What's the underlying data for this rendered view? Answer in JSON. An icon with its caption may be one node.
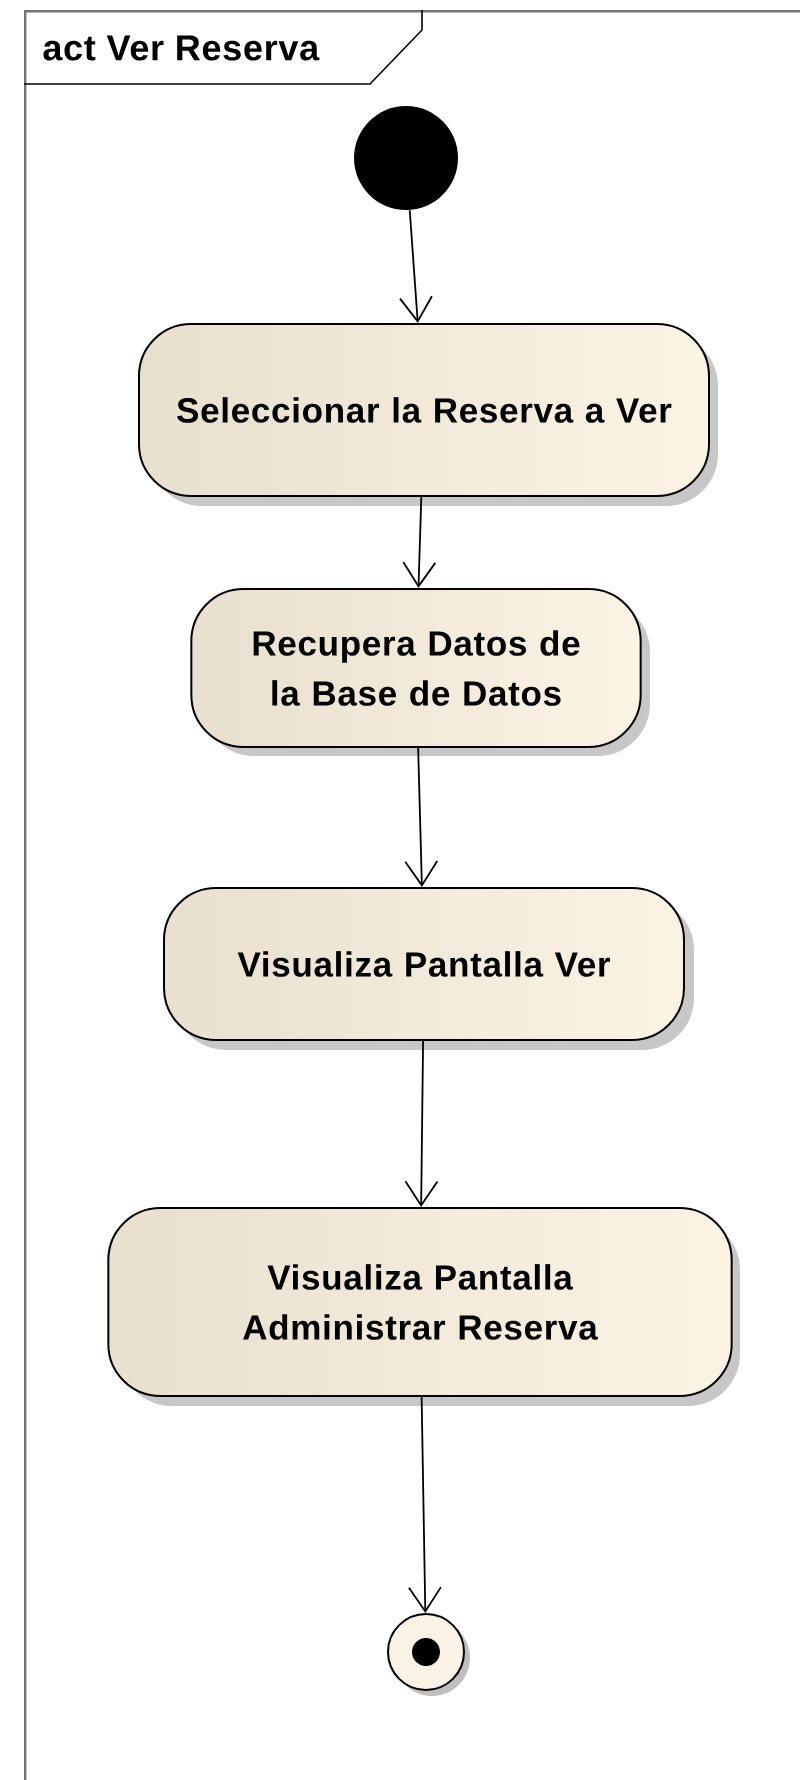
{
  "diagram": {
    "nodes": [
      {
        "text": [
          "act Ver Reserva"
        ]
      },
      {
        "text": [],
        "shape": "circle",
        "in": 0
      },
      {
        "text": [
          "Seleccionar la Reserva a Ver"
        ],
        "in": 0
      },
      {
        "text": [
          "Recupera Datos de la Base de Datos"
        ],
        "in": 0
      },
      {
        "text": [
          "Visualiza Pantalla Ver"
        ],
        "in": 0
      },
      {
        "text": [
          "Visualiza Pantalla Administrar Reserva"
        ],
        "in": 0
      },
      {
        "text": [],
        "shape": "circle",
        "in": 0
      }
    ],
    "edges": [
      {
        "from": 1,
        "to": 2,
        "arrow": "to"
      },
      {
        "from": 2,
        "to": 3,
        "arrow": "to"
      },
      {
        "from": 3,
        "to": 4,
        "arrow": "to"
      },
      {
        "from": 4,
        "to": 5,
        "arrow": "to"
      },
      {
        "from": 5,
        "to": 6,
        "arrow": "to"
      }
    ]
  }
}
